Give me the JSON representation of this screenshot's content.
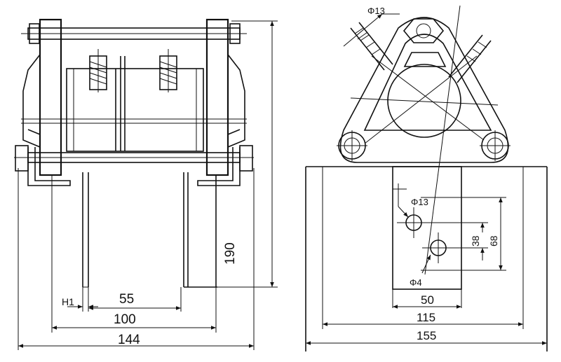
{
  "left_view": {
    "dims": {
      "h1": "H1",
      "d55": "55",
      "d100": "100",
      "d144": "144",
      "d190": "190"
    }
  },
  "right_view": {
    "dims": {
      "phi13_top": "Φ13",
      "phi13_hole": "Φ13",
      "phi4": "Φ4",
      "d38": "38",
      "d68": "68",
      "d50": "50",
      "d115": "115",
      "d155": "155"
    }
  }
}
